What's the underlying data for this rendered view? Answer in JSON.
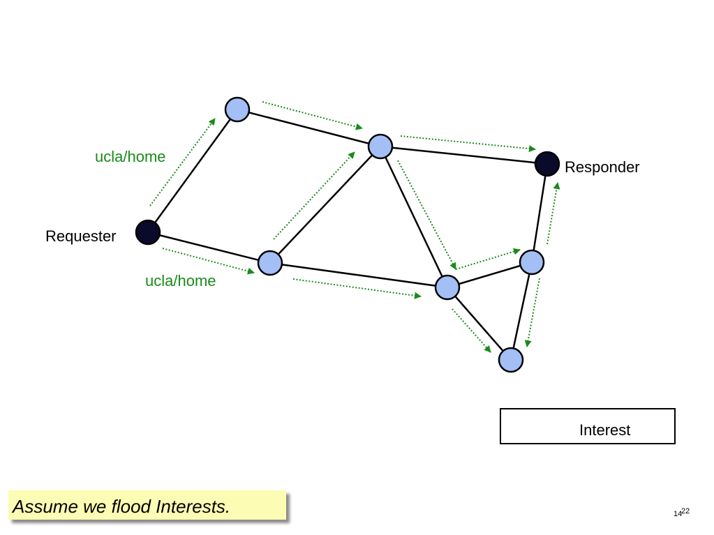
{
  "labels": {
    "requester": "Requester",
    "responder": "Responder",
    "name_top": "ucla/home",
    "name_bottom": "ucla/home"
  },
  "legend": {
    "interest_label": "Interest"
  },
  "callout": {
    "text": "Assume we flood Interests."
  },
  "page": {
    "number_a": "14",
    "number_b": "22"
  },
  "colors": {
    "node_fill": "#a3bff5",
    "endpoint_fill": "#0a0a2a",
    "interest_arrow": "#1a8a1a",
    "callout_bg": "#fcfcb4"
  }
}
